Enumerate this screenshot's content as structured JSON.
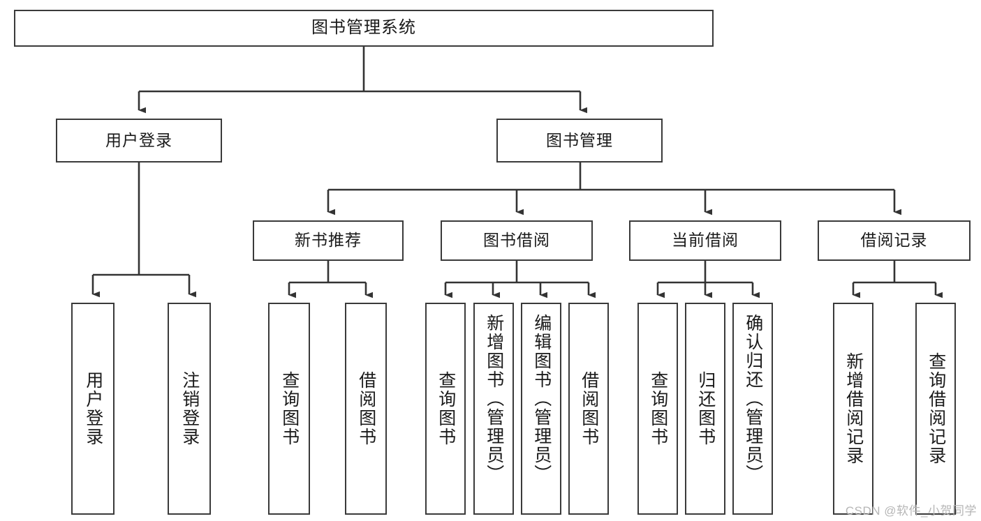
{
  "diagram": {
    "title": "图书管理系统",
    "type": "functional-structure-tree",
    "watermark": "CSDN @软件_小贺同学",
    "colors": {
      "box_border": "#3a3a3a",
      "box_fill": "#ffffff",
      "edge": "#333333",
      "text": "#1a1a1a",
      "watermark": "#b6b6b6"
    },
    "root": {
      "label": "图书管理系统"
    },
    "level1": [
      {
        "label": "用户登录"
      },
      {
        "label": "图书管理"
      }
    ],
    "level2": [
      {
        "label": "新书推荐"
      },
      {
        "label": "图书借阅"
      },
      {
        "label": "当前借阅"
      },
      {
        "label": "借阅记录"
      }
    ],
    "leaves": {
      "user_login": [
        {
          "label": "用户登录"
        },
        {
          "label": "注销登录"
        }
      ],
      "new_book_recommend": [
        {
          "label": "查询图书"
        },
        {
          "label": "借阅图书"
        }
      ],
      "book_borrow": [
        {
          "label": "查询图书"
        },
        {
          "label": "新增图书（管理员）"
        },
        {
          "label": "编辑图书（管理员）"
        },
        {
          "label": "借阅图书"
        }
      ],
      "current_borrow": [
        {
          "label": "查询图书"
        },
        {
          "label": "归还图书"
        },
        {
          "label": "确认归还（管理员）"
        }
      ],
      "borrow_record": [
        {
          "label": "新增借阅记录"
        },
        {
          "label": "查询借阅记录"
        }
      ]
    }
  }
}
